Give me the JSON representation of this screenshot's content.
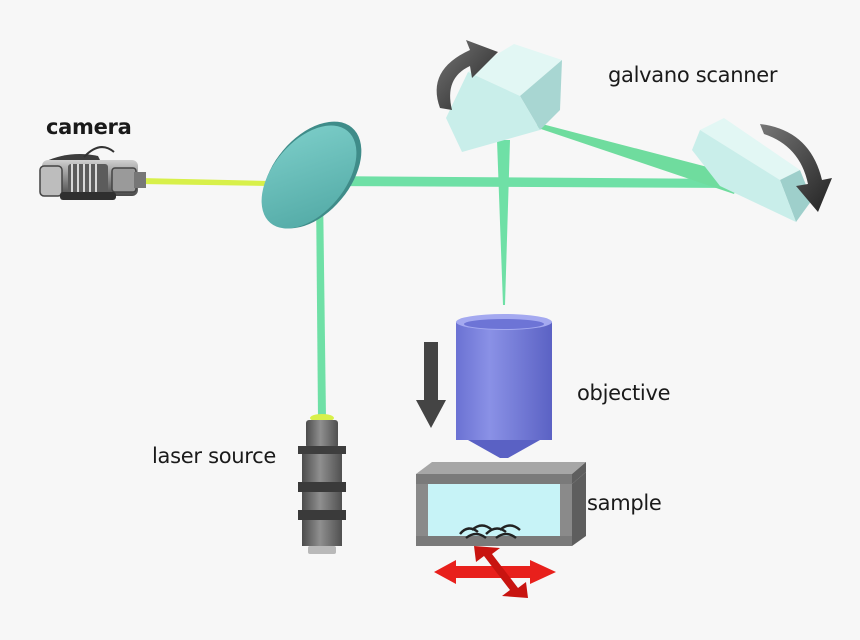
{
  "labels": {
    "camera": "camera",
    "galvano": "galvano scanner",
    "objective": "objective",
    "laser": "laser source",
    "sample": "sample"
  },
  "colors": {
    "background": "#f7f7f7",
    "beam_green": "#6fe0a6",
    "beam_yellow": "#d8f04a",
    "mirror": "#63b9b5",
    "galvano_face": "#c9eeea",
    "objective": "#7d84dc",
    "sample_chamber": "#c7f3f7",
    "stage": "#858585",
    "arrow_red": "#e8201c",
    "arrow_dark": "#444444"
  },
  "icons": [
    "camera-icon",
    "laser-source-icon",
    "dichroic-mirror-icon",
    "galvano-mirror-icon",
    "rotation-arrow-icon",
    "objective-lens-icon",
    "sample-stage-icon",
    "down-arrow-icon",
    "xy-move-arrow-icon",
    "cells-icon"
  ]
}
